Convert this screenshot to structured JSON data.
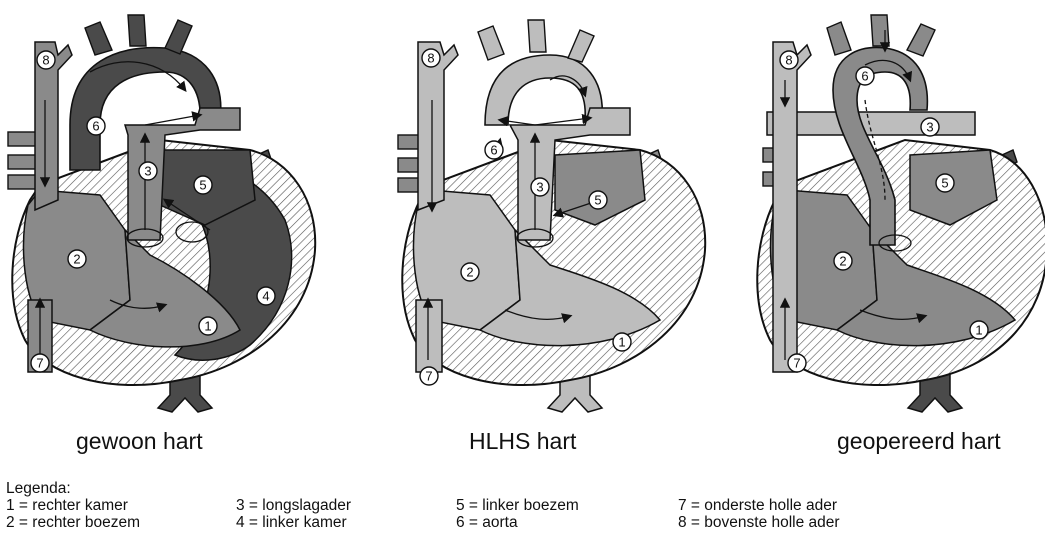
{
  "panels": [
    {
      "caption": "gewoon hart"
    },
    {
      "caption": "HLHS hart"
    },
    {
      "caption": "geopereerd hart"
    }
  ],
  "legend": {
    "title": "Legenda:",
    "items": [
      "1 = rechter kamer",
      "2 = rechter boezem",
      "3 = longslagader",
      "4 = linker kamer",
      "5 = linker boezem",
      "6 = aorta",
      "7 = onderste holle ader",
      "8 = bovenste holle ader"
    ]
  },
  "labels": {
    "n1": "1",
    "n2": "2",
    "n3": "3",
    "n4": "4",
    "n5": "5",
    "n6": "6",
    "n7": "7",
    "n8": "8"
  },
  "colors": {
    "light_gray": "#bdbdbd",
    "mid_gray": "#8a8a8a",
    "dark_gray": "#4a4a4a",
    "outline": "#111111"
  }
}
